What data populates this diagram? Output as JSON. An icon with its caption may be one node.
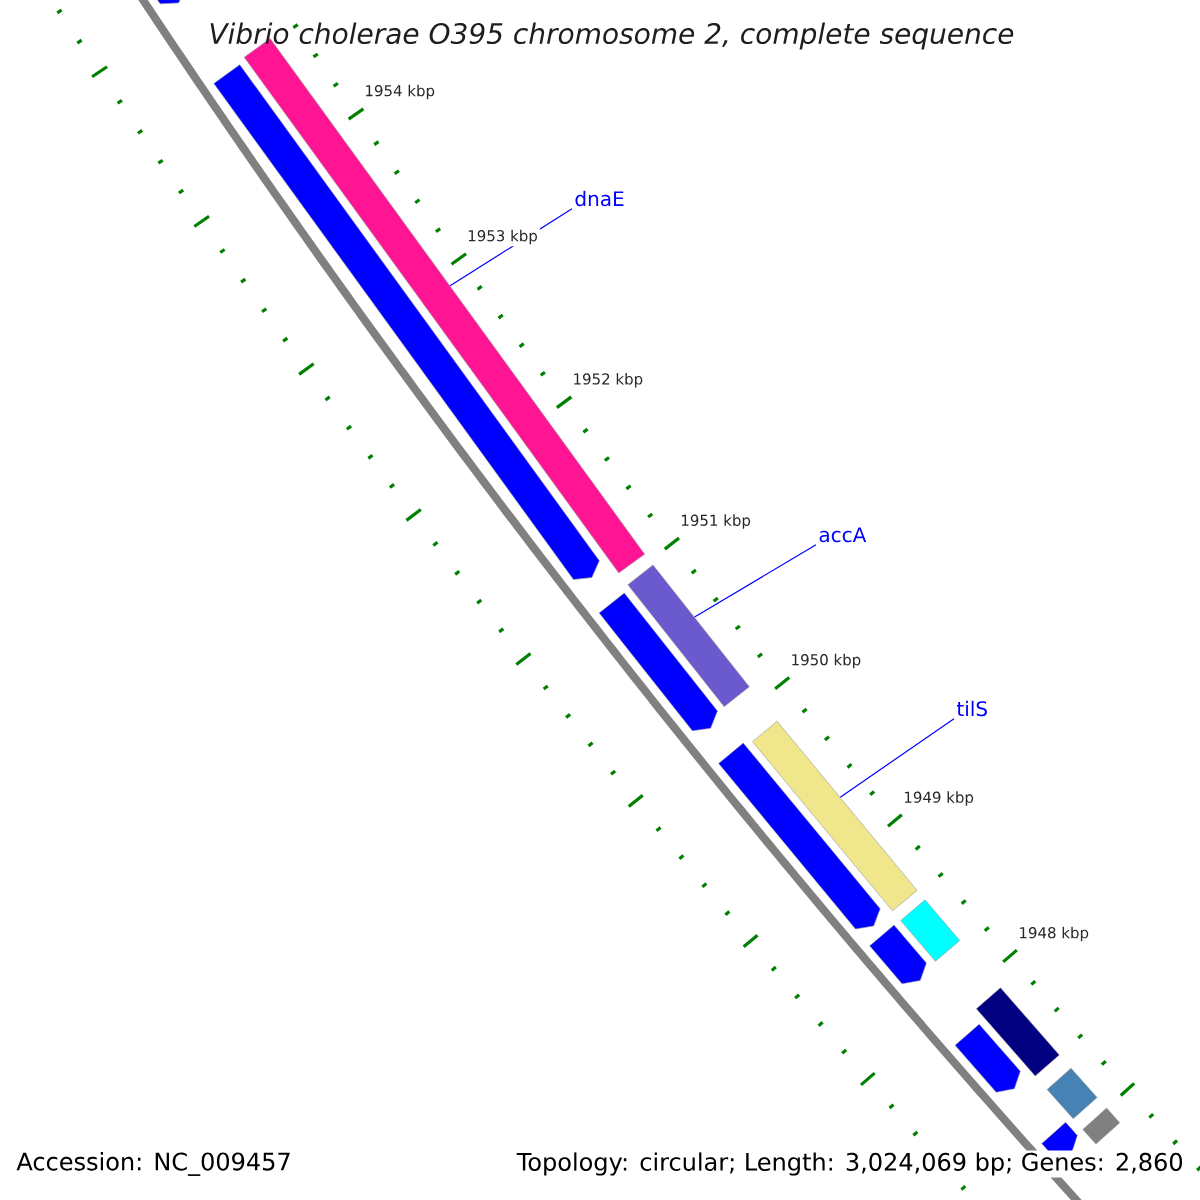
{
  "diagram": {
    "title": "Vibrio cholerae O395 chromosome 2, complete sequence",
    "nodes": [
      {
        "text": [
          "dnaE"
        ]
      },
      {
        "text": [
          "accA"
        ]
      },
      {
        "text": [
          "tilS"
        ]
      },
      {
        "text": [],
        "shape": "bar"
      },
      {
        "text": [],
        "shape": "bar"
      },
      {
        "text": [],
        "shape": "bar"
      },
      {
        "text": [],
        "shape": "bar"
      },
      {
        "text": [],
        "shape": "bar"
      },
      {
        "text": [],
        "shape": "bar"
      },
      {
        "text": [],
        "shape": "bar"
      },
      {
        "text": [],
        "shape": "bar"
      },
      {
        "text": [],
        "shape": "bar"
      },
      {
        "text": [],
        "shape": "bar"
      },
      {
        "text": [],
        "shape": "bar"
      },
      {
        "text": [],
        "shape": "bar"
      },
      {
        "text": [],
        "shape": "bar"
      },
      {
        "text": [],
        "shape": "bar"
      }
    ],
    "edges": [
      {
        "from": 0,
        "to": 4,
        "arrow": "none"
      },
      {
        "from": 1,
        "to": 6,
        "arrow": "none"
      },
      {
        "from": 2,
        "to": 8,
        "arrow": "none"
      }
    ],
    "labels": [
      "1954 kbp",
      "1953 kbp",
      "1952 kbp",
      "1951 kbp",
      "1950 kbp",
      "1949 kbp",
      "1948 kbp",
      "Accession: NC_009457",
      "Topology: circular; Length: 3,024,069 bp; Genes: 2,860"
    ]
  }
}
